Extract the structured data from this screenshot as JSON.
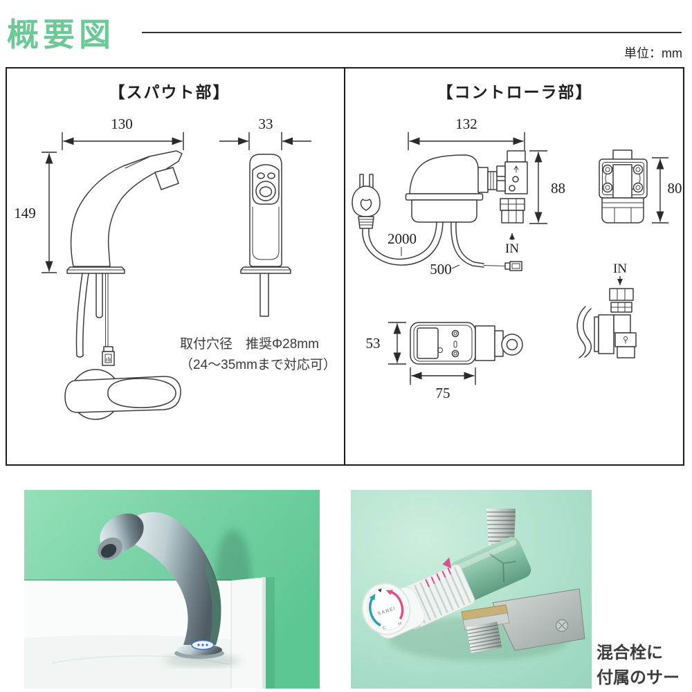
{
  "page": {
    "title": "概要図",
    "unit_label": "単位：mm"
  },
  "spout": {
    "title": "【スパウト部】",
    "dim_width": "130",
    "dim_depth": "33",
    "dim_height": "149",
    "note_line1": "取付穴径　推奨Φ28mm",
    "note_line2": "（24〜35mmまで対応可）"
  },
  "controller": {
    "title": "【コントローラ部】",
    "dim_width": "132",
    "dim_height": "88",
    "dim_side_height": "80",
    "power_cord_length": "2000",
    "sensor_cable_length": "500",
    "dim_base_height": "53",
    "dim_base_width": "75",
    "inlet_label": "IN",
    "inlet_label_valve": "IN"
  },
  "photos": {
    "caption_line1": "混合栓に",
    "caption_line2": "付属のサーモ",
    "dial_brand": "SANEI",
    "dial_cold": "C",
    "dial_hot": "H"
  },
  "colors": {
    "accent_green": "#6cc996",
    "line": "#2b2b2b",
    "photo_left_green": "#6fce9e",
    "photo_right_green": "#a5dcc6"
  }
}
